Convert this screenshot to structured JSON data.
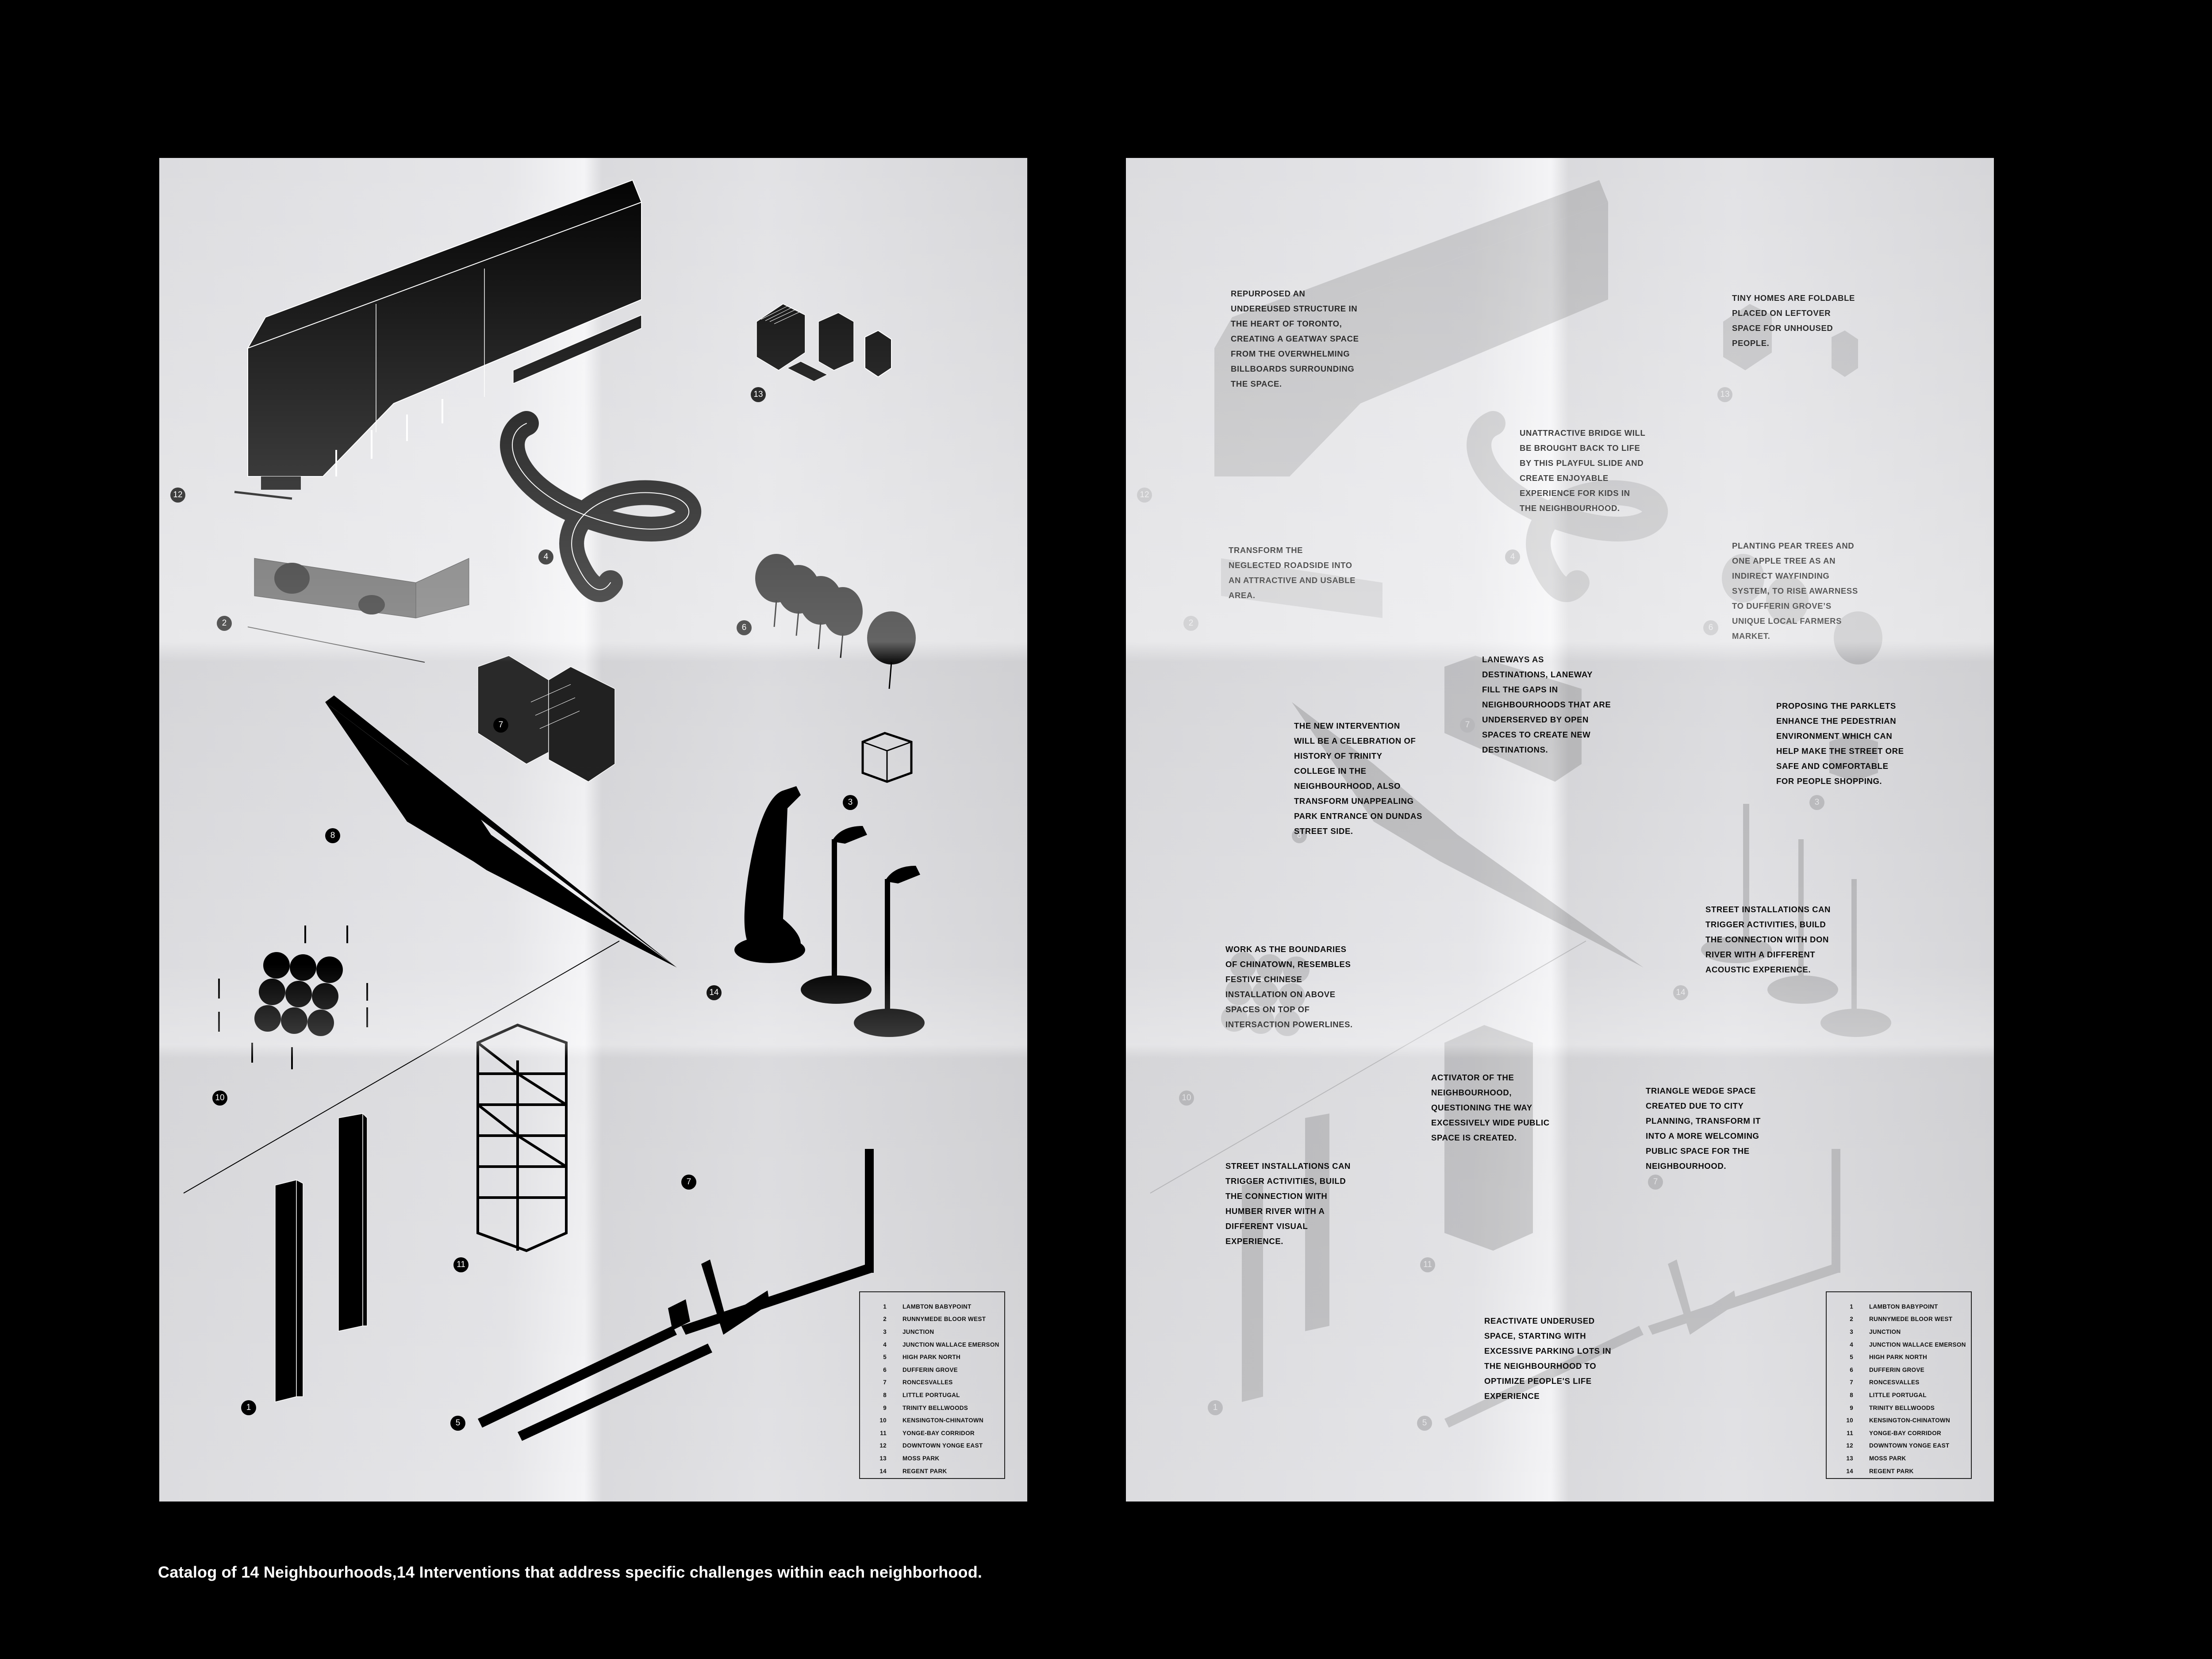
{
  "caption": "Catalog of 14 Neighbourhoods,14 Interventions that address specific challenges within each neighborhood.",
  "colors": {
    "background": "#000000",
    "poster": "#e2e2e5",
    "ink": "#000000",
    "ghost": "#bdbdc0"
  },
  "legend": {
    "items": [
      {
        "num": "1",
        "name": "LAMBTON BABYPOINT"
      },
      {
        "num": "2",
        "name": "RUNNYMEDE BLOOR WEST"
      },
      {
        "num": "3",
        "name": "JUNCTION"
      },
      {
        "num": "4",
        "name": "JUNCTION WALLACE EMERSON"
      },
      {
        "num": "5",
        "name": "HIGH PARK NORTH"
      },
      {
        "num": "6",
        "name": "DUFFERIN GROVE"
      },
      {
        "num": "7",
        "name": "RONCESVALLES"
      },
      {
        "num": "8",
        "name": "LITTLE PORTUGAL"
      },
      {
        "num": "9",
        "name": "TRINITY BELLWOODS"
      },
      {
        "num": "10",
        "name": "KENSINGTON-CHINATOWN"
      },
      {
        "num": "11",
        "name": "YONGE-BAY CORRIDOR"
      },
      {
        "num": "12",
        "name": "DOWNTOWN YONGE EAST"
      },
      {
        "num": "13",
        "name": "MOSS PARK"
      },
      {
        "num": "14",
        "name": "REGENT PARK"
      }
    ]
  },
  "left_poster": {
    "badges": [
      "12",
      "13",
      "4",
      "2",
      "6",
      "7",
      "8",
      "3",
      "14",
      "10",
      "11",
      "7",
      "1",
      "5"
    ]
  },
  "right_poster": {
    "badges": [
      "12",
      "13",
      "4",
      "2",
      "6",
      "7",
      "8",
      "3",
      "14",
      "10",
      "11",
      "7",
      "1",
      "5"
    ],
    "notes": {
      "n12": "REPURPOSED AN\nUNDEREUSED STRUCTURE IN\nTHE HEART OF TORONTO,\nCREATING A GEATWAY SPACE\nFROM THE OVERWHELMING\nBILLBOARDS SURROUNDING\nTHE SPACE.",
      "n13": "TINY HOMES ARE FOLDABLE\nPLACED ON LEFTOVER\nSPACE FOR UNHOUSED\nPEOPLE.",
      "n4": "UNATTRACTIVE BRIDGE WILL\nBE BROUGHT BACK TO LIFE\nBY THIS PLAYFUL SLIDE AND\nCREATE ENJOYABLE\nEXPERIENCE FOR KIDS IN\nTHE NEIGHBOURHOOD.",
      "n2": "TRANSFORM THE\nNEGLECTED ROADSIDE INTO\nAN ATTRACTIVE AND USABLE\nAREA.",
      "n6": "PLANTING PEAR TREES AND\nONE APPLE TREE AS AN\nINDIRECT WAYFINDING\nSYSTEM, TO RISE AWARNESS\nTO DUFFERIN GROVE’S\nUNIQUE LOCAL FARMERS\nMARKET.",
      "n7a": "LANEWAYS AS\nDESTINATIONS, LANEWAY\nFILL THE GAPS IN\nNEIGHBOURHOODS THAT ARE\nUNDERSERVED BY OPEN\nSPACES TO CREATE NEW\nDESTINATIONS.",
      "n8": "THE NEW INTERVENTION\nWILL BE A CELEBRATION OF\nHISTORY OF TRINITY\nCOLLEGE IN THE\nNEIGHBOURHOOD, ALSO\nTRANSFORM UNAPPEALING\nPARK ENTRANCE ON DUNDAS\nSTREET SIDE.",
      "n3": "PROPOSING THE PARKLETS\nENHANCE THE PEDESTRIAN\nENVIRONMENT WHICH CAN\nHELP MAKE THE STREET ORE\nSAFE AND COMFORTABLE\nFOR PEOPLE SHOPPING.",
      "n10": "WORK AS THE BOUNDARIES\nOF CHINATOWN, RESEMBLES\nFESTIVE CHINESE\nINSTALLATION ON ABOVE\nSPACES ON TOP OF\nINTERSACTION POWERLINES.",
      "n14": "STREET INSTALLATIONS CAN\nTRIGGER ACTIVITIES, BUILD\nTHE CONNECTION WITH DON\nRIVER WITH A DIFFERENT\nACOUSTIC EXPERIENCE.",
      "n11": " ACTIVATOR OF THE\nNEIGHBOURHOOD,\nQUESTIONING THE WAY\nEXCESSIVELY WIDE PUBLIC\nSPACE IS CREATED.",
      "n7b": "TRIANGLE WEDGE SPACE\nCREATED DUE TO CITY\nPLANNING, TRANSFORM IT\nINTO A MORE WELCOMING\nPUBLIC SPACE FOR THE\nNEIGHBOURHOOD.",
      "n1": "STREET INSTALLATIONS CAN\nTRIGGER ACTIVITIES, BUILD\nTHE CONNECTION WITH\nHUMBER RIVER WITH A\nDIFFERENT VISUAL\nEXPERIENCE.",
      "n5": "REACTIVATE UNDERUSED\nSPACE, STARTING WITH\nEXCESSIVE PARKING LOTS IN\nTHE NEIGHBOURHOOD TO\nOPTIMIZE PEOPLE'S LIFE\nEXPERIENCE"
    }
  }
}
